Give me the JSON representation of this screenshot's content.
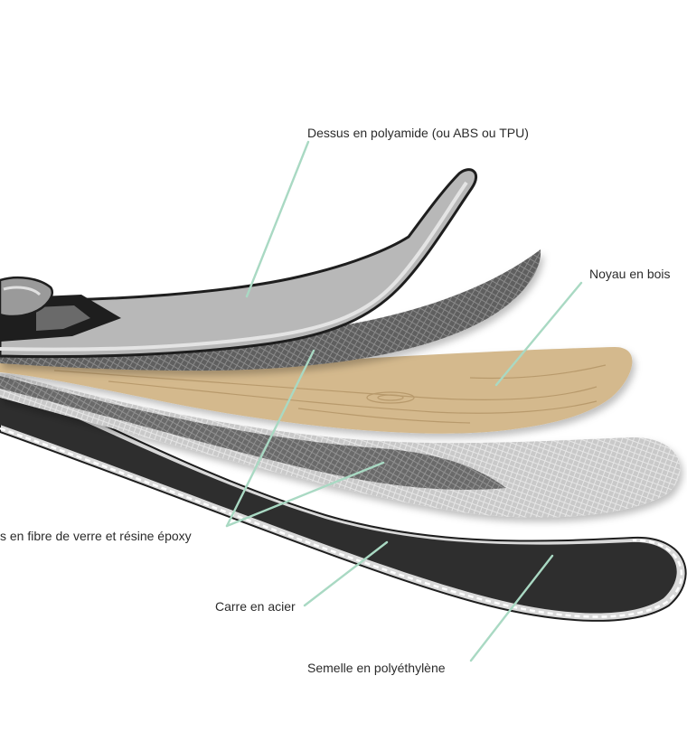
{
  "labels": {
    "top_sheet": "Dessus en polyamide (ou ABS ou TPU)",
    "core": "Noyau en bois",
    "fiberglass": "s en fibre de verre et résine époxy",
    "edge": "Carre en acier",
    "base": "Semelle en polyéthylène"
  },
  "colors": {
    "leader_line": "#a9d9c3",
    "top_sheet": "#b8b8b8",
    "wood_core": "#d4b98d",
    "fiberglass_dark": "#5a5a5a",
    "fiberglass_light": "#c8c8c8",
    "base": "#2e2e2e",
    "edge": "#d9d9d9",
    "outline": "#1e1e1e"
  }
}
